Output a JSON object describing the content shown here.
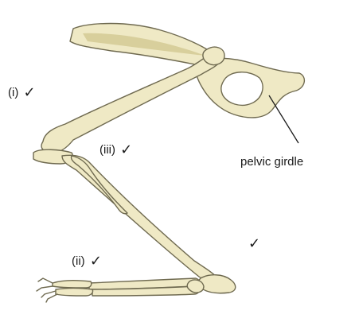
{
  "labels": {
    "femur": {
      "text": "(i)",
      "tick": "✓"
    },
    "tibia_fibula": {
      "text": "(iii)",
      "tick": "✓"
    },
    "foot": {
      "text": "(ii)",
      "tick": "✓"
    },
    "heel_tick": "✓",
    "pelvic_girdle": "pelvic girdle"
  },
  "colors": {
    "bone_fill": "#efe9c5",
    "bone_shade": "#d8cf9c",
    "bone_outline": "#6f6a50",
    "label_text": "#1b1b1b"
  }
}
